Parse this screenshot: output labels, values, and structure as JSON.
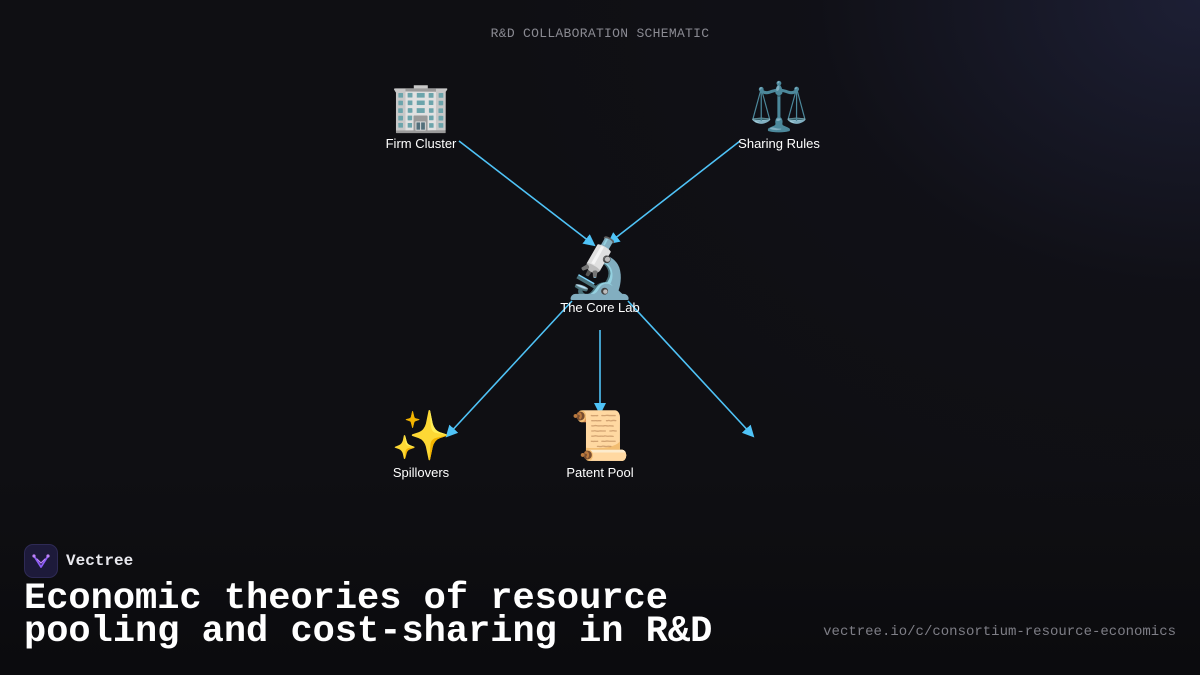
{
  "diagram": {
    "title": "R&D COLLABORATION SCHEMATIC",
    "edge_color": "#4fc3f7",
    "nodes": [
      {
        "id": "firm-cluster",
        "label": "Firm Cluster",
        "icon": "office-building-icon",
        "glyph": "🏢"
      },
      {
        "id": "sharing-rules",
        "label": "Sharing Rules",
        "icon": "balance-scale-icon",
        "glyph": "⚖️"
      },
      {
        "id": "core-lab",
        "label": "The Core Lab",
        "icon": "microscope-icon",
        "glyph": "🔬"
      },
      {
        "id": "spillovers",
        "label": "Spillovers",
        "icon": "sparkles-icon",
        "glyph": "✨"
      },
      {
        "id": "patent-pool",
        "label": "Patent Pool",
        "icon": "scroll-icon",
        "glyph": "📜"
      }
    ],
    "edges": [
      {
        "from": "firm-cluster",
        "to": "core-lab"
      },
      {
        "from": "sharing-rules",
        "to": "core-lab"
      },
      {
        "from": "core-lab",
        "to": "spillovers"
      },
      {
        "from": "core-lab",
        "to": "patent-pool"
      },
      {
        "from": "core-lab",
        "to": ""
      }
    ]
  },
  "brand": {
    "name": "Vectree",
    "logo_icon": "vectree-logo-icon",
    "accent": "#8b5cf6"
  },
  "headline": "Economic theories of resource pooling and cost-sharing in R&D",
  "url": "vectree.io/c/consortium-resource-economics"
}
